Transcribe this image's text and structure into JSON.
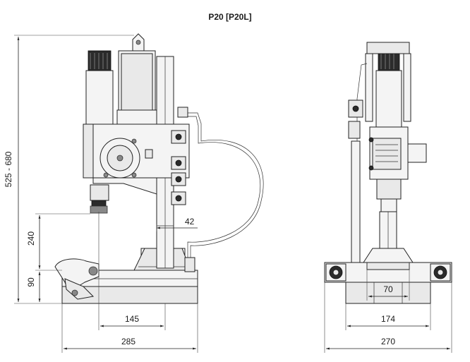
{
  "title": "P20 [P20L]",
  "dimensions": {
    "height_range": "525 - 680",
    "stroke_240": "240",
    "base_90": "90",
    "throat_42": "42",
    "reach_145": "145",
    "width_285": "285",
    "width_70": "70",
    "width_174": "174",
    "width_270": "270"
  }
}
